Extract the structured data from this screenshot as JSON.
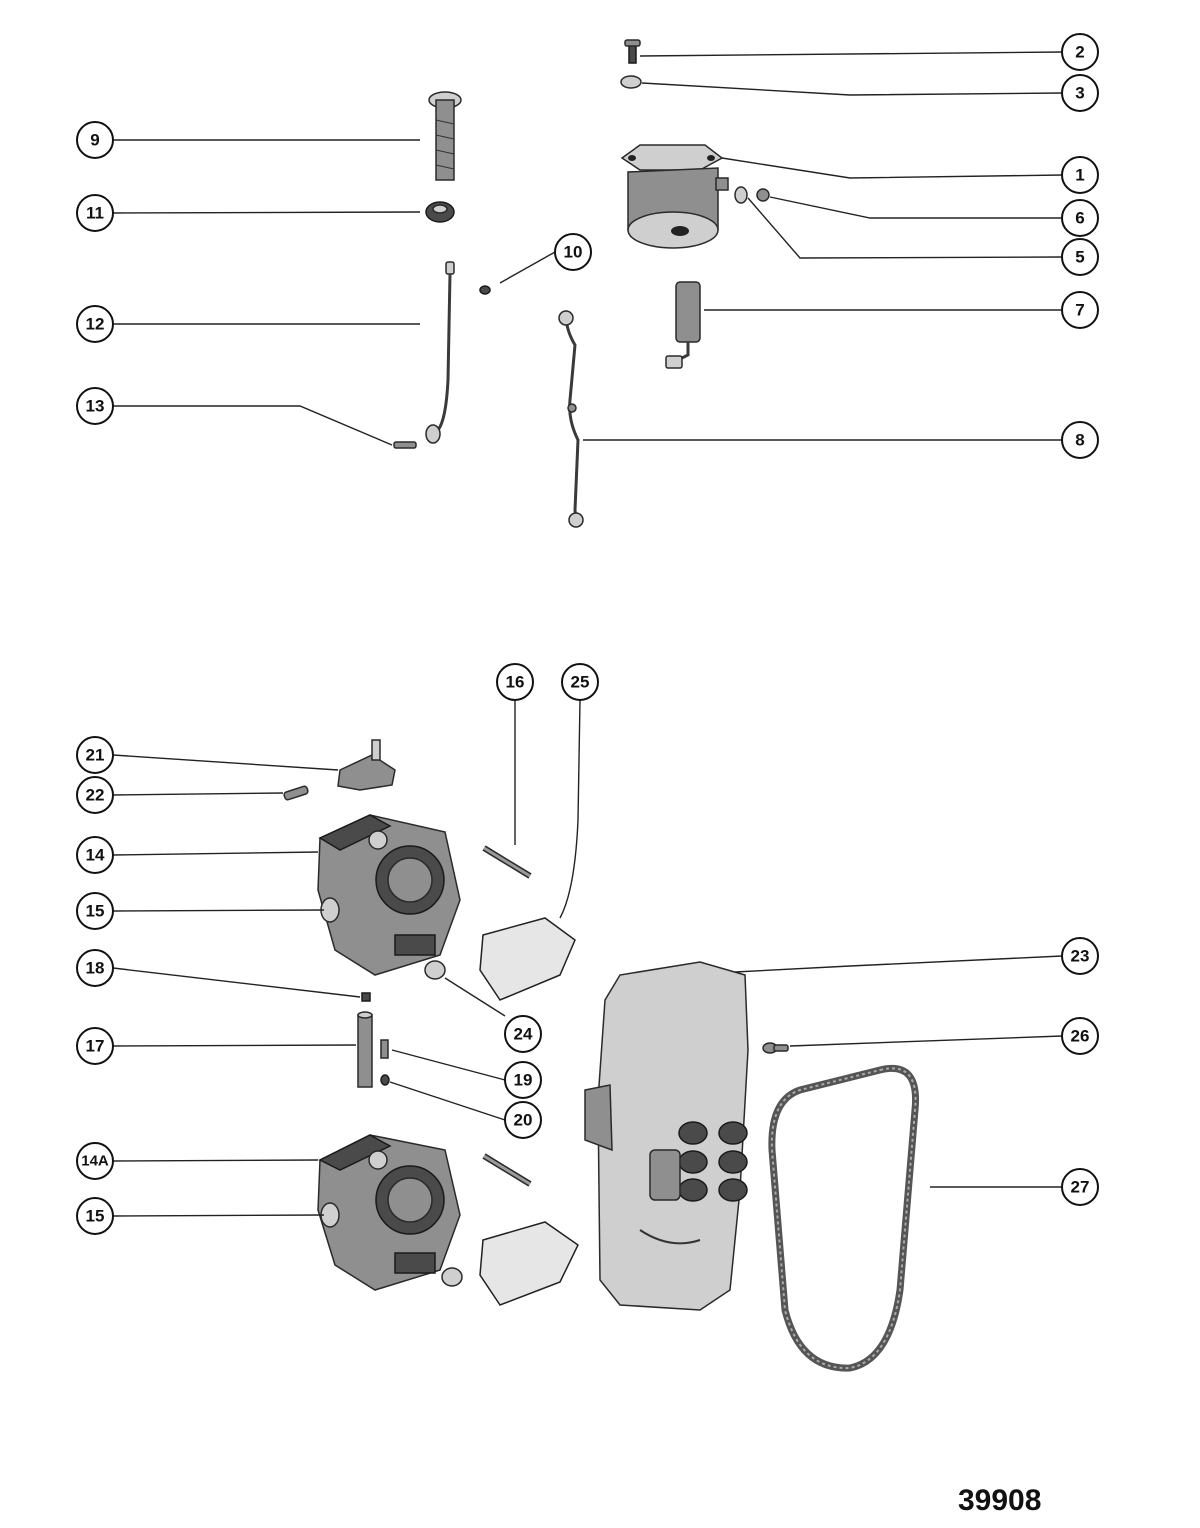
{
  "figure_number": "39908",
  "callouts": [
    {
      "id": "c-2",
      "label": "2"
    },
    {
      "id": "c-3",
      "label": "3"
    },
    {
      "id": "c-1",
      "label": "1"
    },
    {
      "id": "c-6",
      "label": "6"
    },
    {
      "id": "c-5",
      "label": "5"
    },
    {
      "id": "c-7",
      "label": "7"
    },
    {
      "id": "c-8",
      "label": "8"
    },
    {
      "id": "c-9",
      "label": "9"
    },
    {
      "id": "c-11",
      "label": "11"
    },
    {
      "id": "c-10",
      "label": "10"
    },
    {
      "id": "c-12",
      "label": "12"
    },
    {
      "id": "c-13",
      "label": "13"
    },
    {
      "id": "c-16",
      "label": "16"
    },
    {
      "id": "c-25",
      "label": "25"
    },
    {
      "id": "c-21",
      "label": "21"
    },
    {
      "id": "c-22",
      "label": "22"
    },
    {
      "id": "c-14",
      "label": "14"
    },
    {
      "id": "c-15a",
      "label": "15"
    },
    {
      "id": "c-23",
      "label": "23"
    },
    {
      "id": "c-18",
      "label": "18"
    },
    {
      "id": "c-24",
      "label": "24"
    },
    {
      "id": "c-26",
      "label": "26"
    },
    {
      "id": "c-17",
      "label": "17"
    },
    {
      "id": "c-19",
      "label": "19"
    },
    {
      "id": "c-20",
      "label": "20"
    },
    {
      "id": "c-14a",
      "label": "14A"
    },
    {
      "id": "c-27",
      "label": "27"
    },
    {
      "id": "c-15b",
      "label": "15"
    }
  ]
}
